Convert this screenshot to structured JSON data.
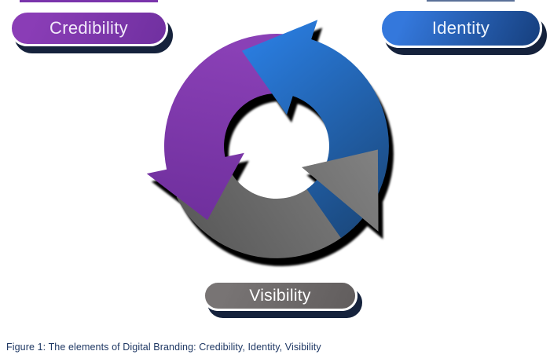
{
  "pills": [
    {
      "label": "Credibility",
      "bg_start": "#8a3db6",
      "bg_end": "#7030a0",
      "text_color": "#f2eafa"
    },
    {
      "label": "Identity",
      "bg_start": "#3478dc",
      "bg_end": "#163f7d",
      "text_color": "#eff5fd"
    },
    {
      "label": "Visibility",
      "bg_start": "#787474",
      "bg_end": "#615d5d",
      "text_color": "#ffffff"
    }
  ],
  "pill_shadow_color": "#15223c",
  "cycle": {
    "arrows": [
      {
        "name": "identity-arrow",
        "color_start": "#2a7de0",
        "color_end": "#1b4a80"
      },
      {
        "name": "credibility-arrow",
        "color_start": "#8a40b6",
        "color_end": "#6d2e9b"
      },
      {
        "name": "visibility-arrow",
        "color_start": "#828282",
        "color_end": "#565656"
      }
    ],
    "shadow_color": "#000000"
  },
  "top_strips": [
    {
      "name": "cropped-purple-strip",
      "color": "#7a34ab"
    },
    {
      "name": "cropped-navy-strip",
      "color": "#5a7098"
    }
  ],
  "caption": {
    "text": "Figure 1: The elements of Digital Branding: Credibility, Identity, Visibility",
    "color": "#1f3864"
  }
}
